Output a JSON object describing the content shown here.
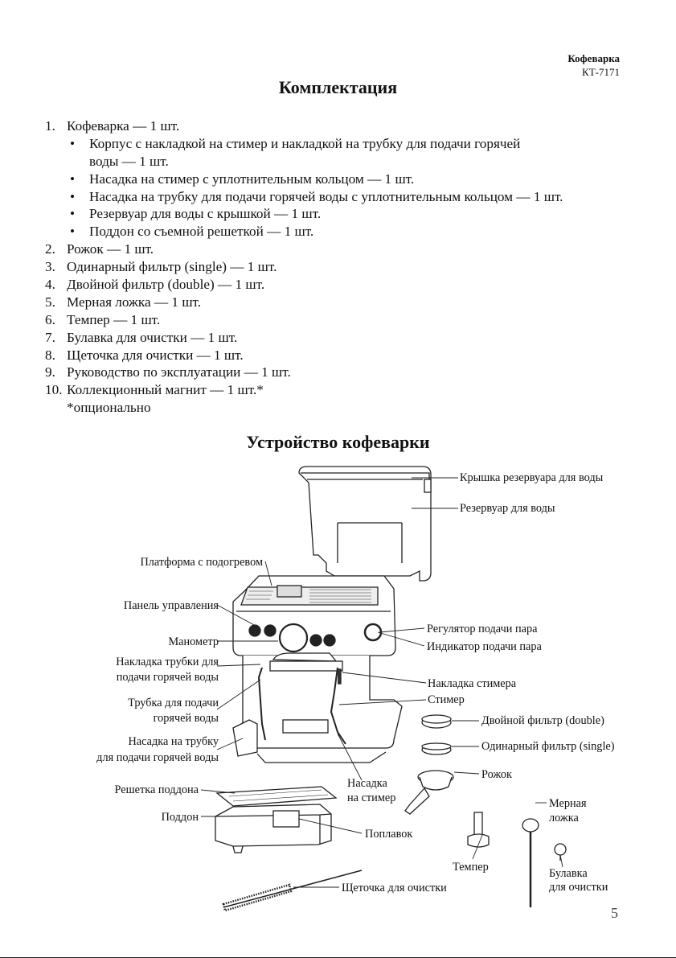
{
  "header": {
    "product": "Кофеварка",
    "model": "КТ-7171"
  },
  "kit_title": "Комплектация",
  "kit": [
    {
      "n": "1.",
      "text": "Кофеварка  — 1 шт."
    },
    {
      "bullet": "•",
      "text": "Корпус с накладкой на стимер и накладкой на трубку для подачи горячей"
    },
    {
      "text": "воды — 1 шт."
    },
    {
      "bullet": "•",
      "text": "Насадка на стимер с уплотнительным кольцом — 1 шт."
    },
    {
      "bullet": "•",
      "text": "Насадка на трубку для подачи горячей воды с уплотнительным кольцом — 1 шт."
    },
    {
      "bullet": "•",
      "text": "Резервуар для воды с крышкой — 1 шт."
    },
    {
      "bullet": "•",
      "text": "Поддон со съемной решеткой — 1 шт."
    },
    {
      "n": "2.",
      "text": "Рожок — 1 шт."
    },
    {
      "n": "3.",
      "text": "Одинарный фильтр (single) — 1 шт."
    },
    {
      "n": "4.",
      "text": "Двойной фильтр (double) — 1 шт."
    },
    {
      "n": "5.",
      "text": "Мерная ложка — 1 шт."
    },
    {
      "n": "6.",
      "text": "Темпер — 1 шт."
    },
    {
      "n": "7.",
      "text": "Булавка для очистки — 1 шт."
    },
    {
      "n": "8.",
      "text": "Щеточка для очистки — 1 шт."
    },
    {
      "n": "9.",
      "text": "Руководство по эксплуатации — 1 шт."
    },
    {
      "n": "10.",
      "text": "Коллекционный магнит — 1 шт.*"
    },
    {
      "text": "*опционально"
    }
  ],
  "device_title": "Устройство кофеварки",
  "labels": {
    "lid": "Крышка резервуара для воды",
    "tank": "Резервуар для воды",
    "platform": "Платформа с подогревом",
    "panel": "Панель управления",
    "gauge": "Манометр",
    "hw_cover_1": "Накладка трубки для",
    "hw_cover_2": "подачи горячей воды",
    "hw_tube_1": "Трубка для подачи",
    "hw_tube_2": "горячей воды",
    "hw_nozzle_1": "Насадка на трубку",
    "hw_nozzle_2": "для подачи горячей воды",
    "steam_knob": "Регулятор подачи пара",
    "steam_led": "Индикатор подачи пара",
    "steamer_cover": "Накладка стимера",
    "steamer": "Стимер",
    "double": "Двойной фильтр (double)",
    "single": "Одинарный фильтр (single)",
    "grid": "Решетка поддона",
    "tray": "Поддон",
    "steam_nozzle_1": "Насадка",
    "steam_nozzle_2": "на стимер",
    "portafilter": "Рожок",
    "float": "Поплавок",
    "spoon_1": "Мерная",
    "spoon_2": "ложка",
    "tamper": "Темпер",
    "pin_1": "Булавка",
    "pin_2": "для очистки",
    "brush": "Щеточка для очистки"
  },
  "page_number": "5"
}
